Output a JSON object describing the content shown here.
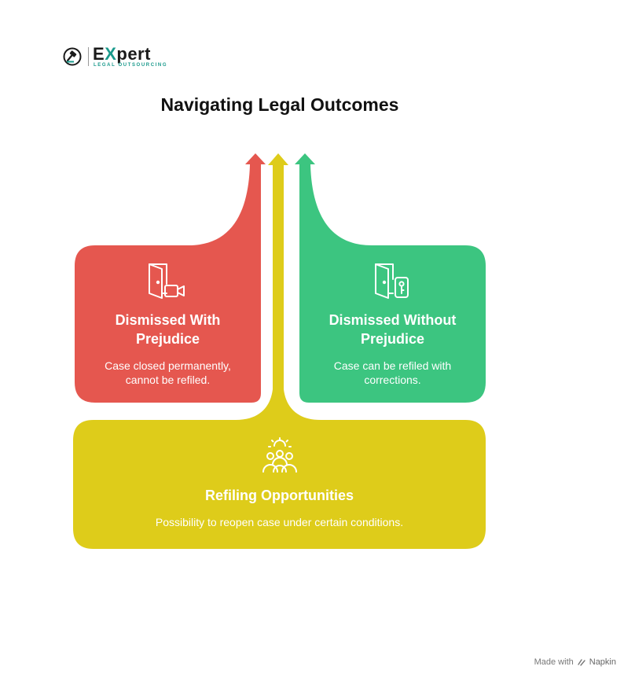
{
  "logo": {
    "word_start": "E",
    "word_x": "X",
    "word_end": "pert",
    "tagline": "LEGAL OUTSOURCING"
  },
  "title": "Navigating Legal Outcomes",
  "cards": {
    "with_prejudice": {
      "heading_line1": "Dismissed With",
      "heading_line2": "Prejudice",
      "desc_line1": "Case closed permanently,",
      "desc_line2": "cannot be refiled.",
      "color": "#e5574f",
      "icon": "door-camera-icon"
    },
    "without_prejudice": {
      "heading_line1": "Dismissed Without",
      "heading_line2": "Prejudice",
      "desc_line1": "Case can be refiled with",
      "desc_line2": "corrections.",
      "color": "#3cc580",
      "icon": "door-key-icon"
    },
    "refiling": {
      "heading": "Refiling Opportunities",
      "desc": "Possibility to reopen case under certain conditions.",
      "color": "#decc1a",
      "icon": "group-idea-icon"
    }
  },
  "footer": {
    "prefix": "Made with",
    "brand": "Napkin"
  }
}
